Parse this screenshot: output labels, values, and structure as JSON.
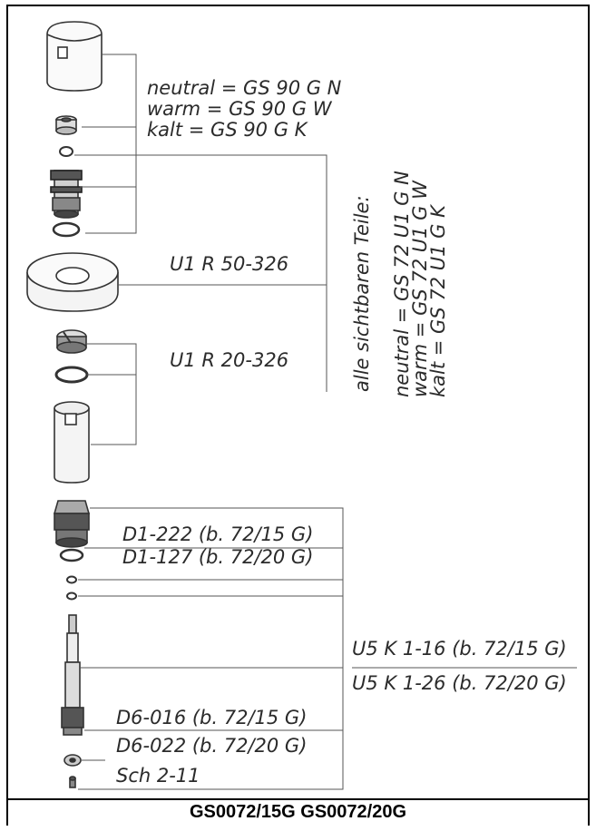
{
  "labels": {
    "cap": {
      "l1": "neutral = GS 90 G N",
      "l2": "warm = GS 90 G W",
      "l3": "kalt = GS 90 G K"
    },
    "vertical": {
      "v1": "alle sichtbaren Teile:",
      "v2": "neutral = GS 72 U1 G N",
      "v3": "warm = GS 72 U1 G W",
      "v4": "kalt = GS 72 U1 G K"
    },
    "rosette": "U1 R 50-326",
    "sleeve": "U1 R 20-326",
    "d1_222": "D1-222 (b. 72/15 G)",
    "d1_127": "D1-127 (b. 72/20 G)",
    "u5_16": "U5 K 1-16 (b. 72/15 G)",
    "u5_26": "U5 K 1-26 (b. 72/20 G)",
    "d6_016": "D6-016 (b. 72/15 G)",
    "d6_022": "D6-022 (b. 72/20 G)",
    "sch": "Sch 2-11"
  },
  "footer": {
    "title": "GS0072/15G GS0072/20G"
  }
}
